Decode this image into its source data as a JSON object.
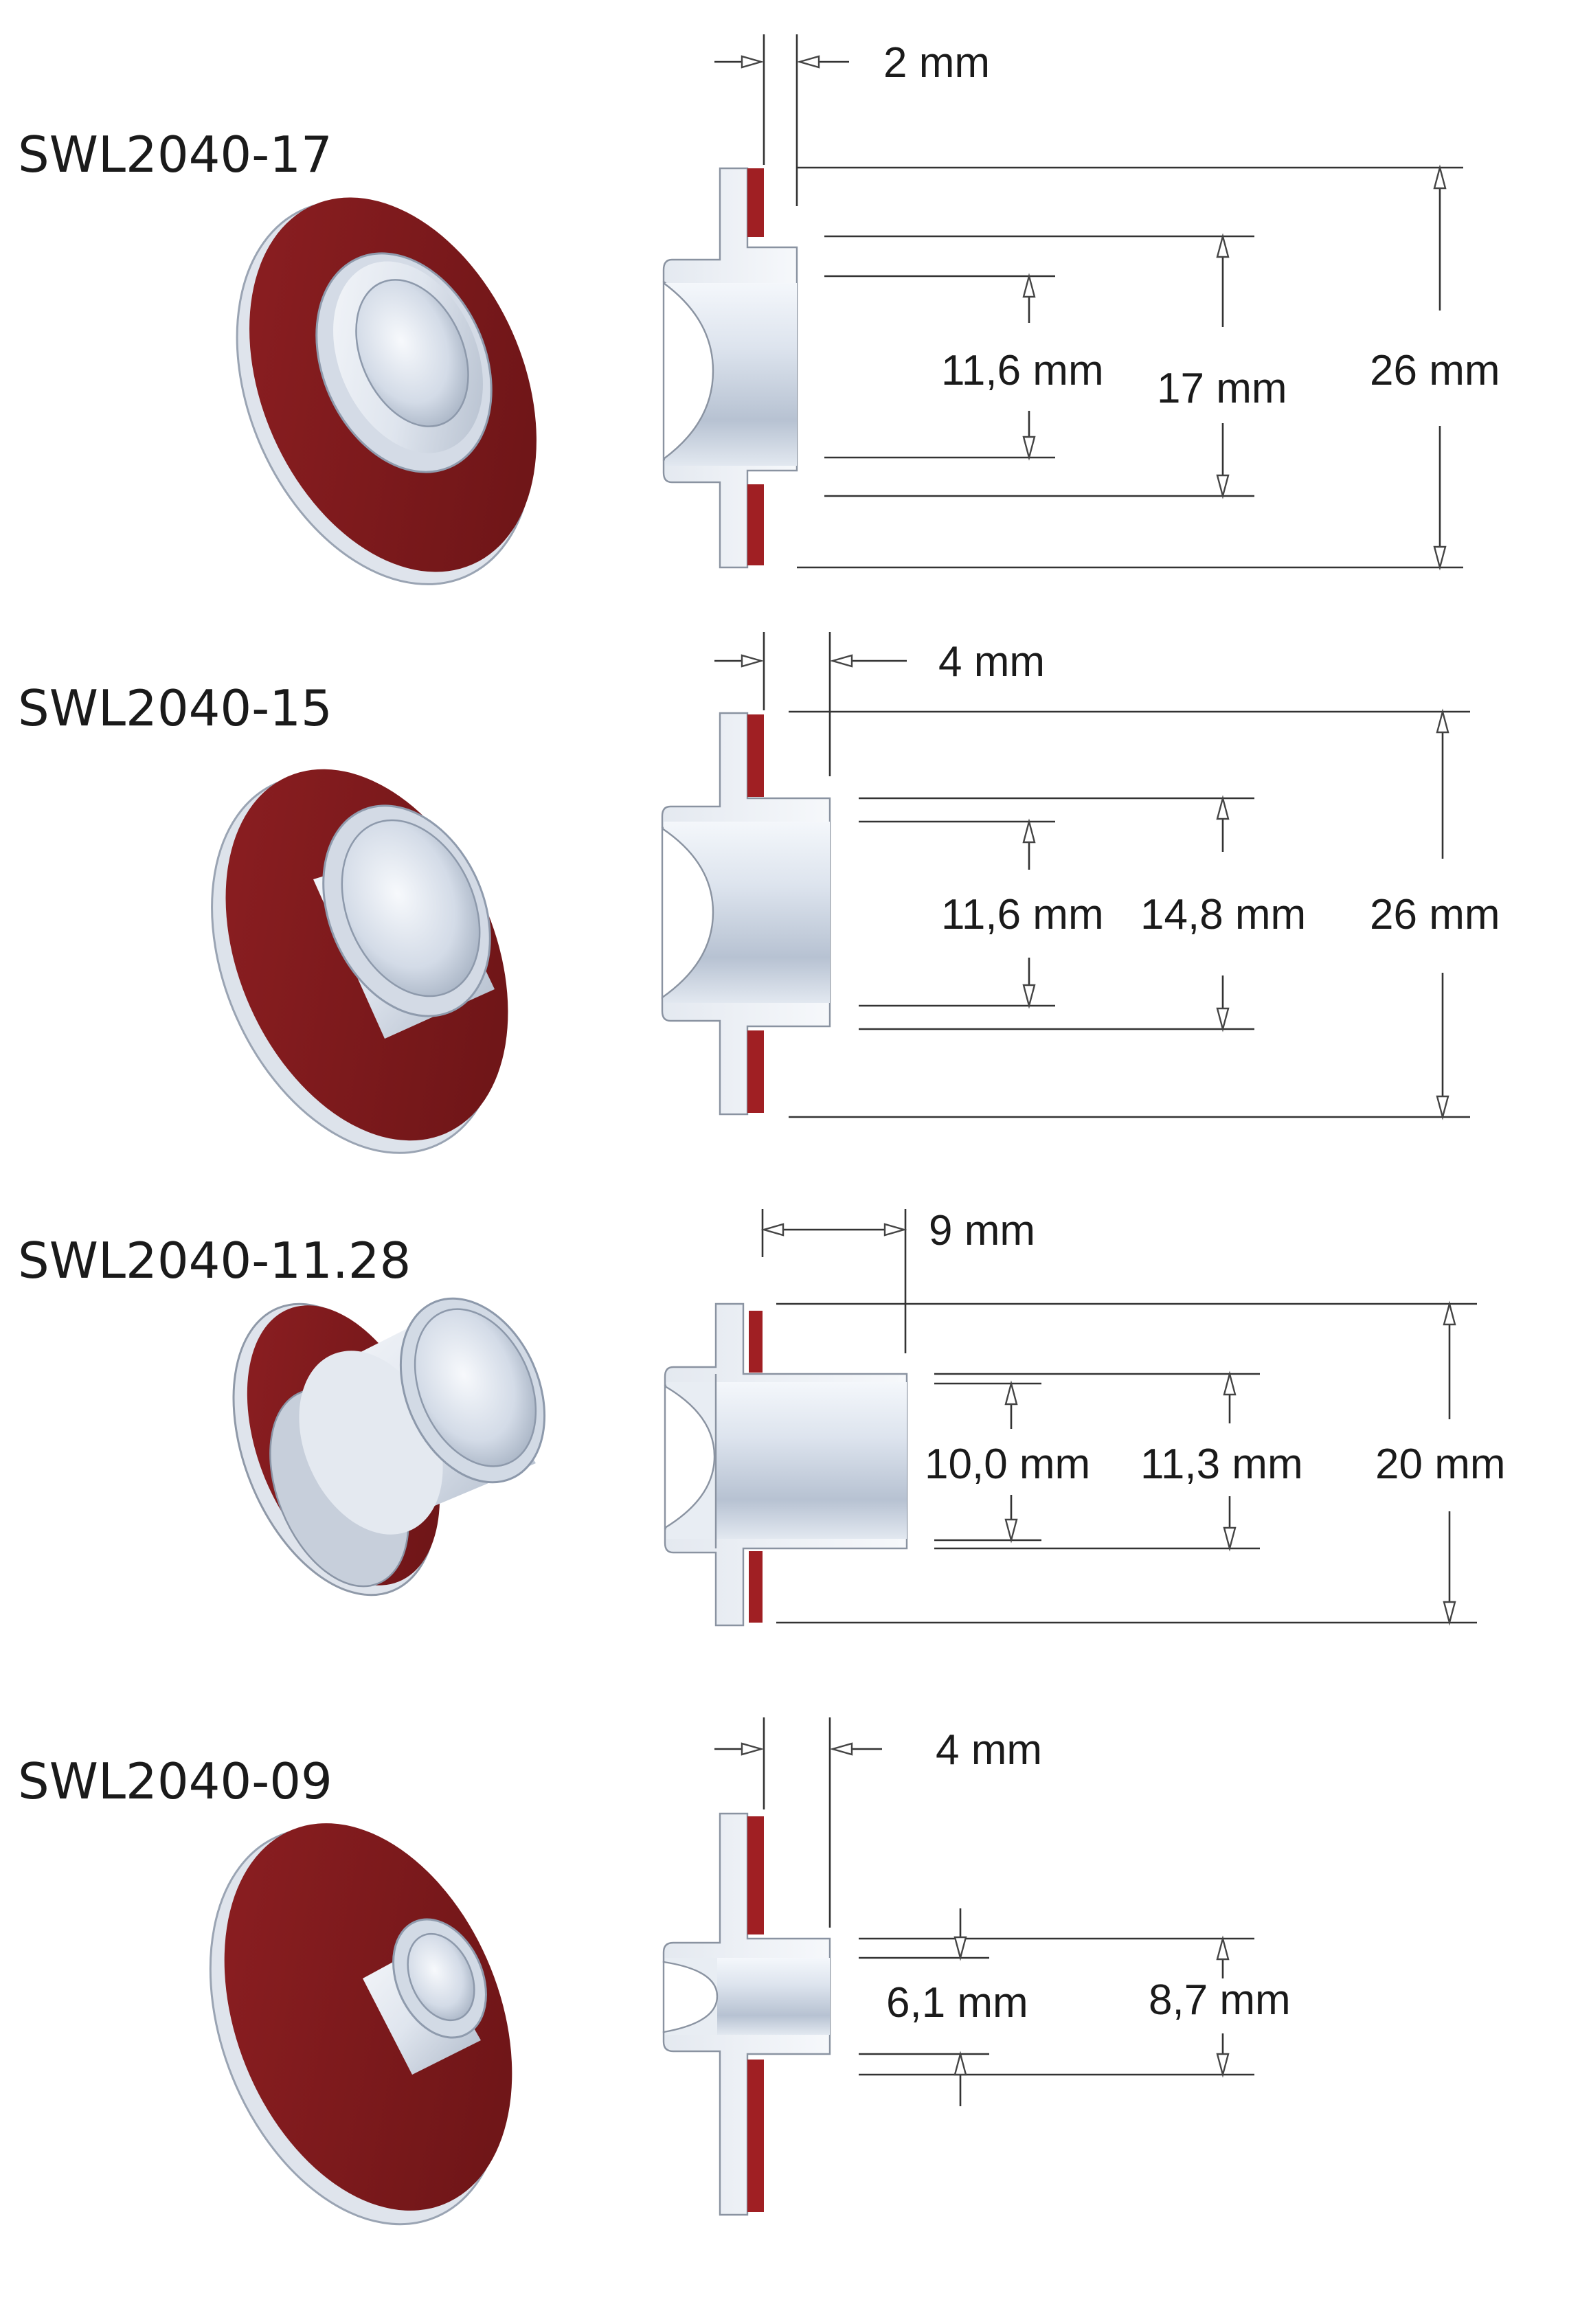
{
  "colors": {
    "rubber": "#7a1a1c",
    "rubber_light": "#9b2327",
    "metal_light": "#eef2f8",
    "metal_mid": "#c6d0de",
    "metal_dark": "#8e9aab",
    "line": "#333333"
  },
  "parts": [
    {
      "id": "SWL2040-17",
      "name": "SWL2040-17",
      "dims": {
        "thickness": "2 mm",
        "inner": "11,6 mm",
        "middle": "17 mm",
        "outer": "26 mm"
      }
    },
    {
      "id": "SWL2040-15",
      "name": "SWL2040-15",
      "dims": {
        "thickness": "4 mm",
        "inner": "11,6 mm",
        "middle": "14,8 mm",
        "outer": "26 mm"
      }
    },
    {
      "id": "SWL2040-11.28",
      "name": "SWL2040-11.28",
      "dims": {
        "thickness": "9 mm",
        "inner": "10,0 mm",
        "middle": "11,3 mm",
        "outer": "20 mm"
      }
    },
    {
      "id": "SWL2040-09",
      "name": "SWL2040-09",
      "dims": {
        "thickness": "4 mm",
        "inner": "6,1 mm",
        "middle": "8,7 mm"
      }
    }
  ]
}
